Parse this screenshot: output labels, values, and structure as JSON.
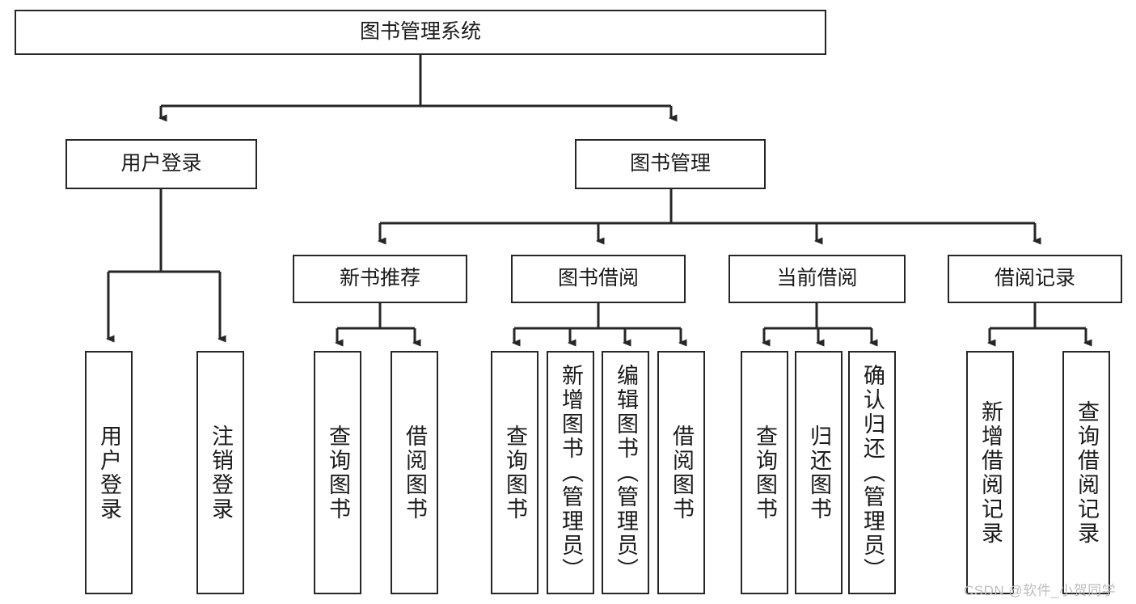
{
  "diagram": {
    "type": "tree-hierarchy",
    "title": "图书管理系统",
    "orientation": "top-down",
    "line_color": "#262626",
    "box_fill": "#ffffff",
    "text_color": "#1a1a1a",
    "watermark": "CSDN @软件_小贺同学",
    "levels": [
      {
        "level": 1,
        "nodes": [
          {
            "id": "root",
            "label": "图书管理系统",
            "orientation": "horizontal"
          }
        ]
      },
      {
        "level": 2,
        "nodes": [
          {
            "id": "login",
            "label": "用户登录",
            "orientation": "horizontal",
            "parent": "root"
          },
          {
            "id": "bookmgmt",
            "label": "图书管理",
            "orientation": "horizontal",
            "parent": "root"
          }
        ]
      },
      {
        "level": 3,
        "nodes": [
          {
            "id": "newbook",
            "label": "新书推荐",
            "orientation": "horizontal",
            "parent": "bookmgmt"
          },
          {
            "id": "borrow",
            "label": "图书借阅",
            "orientation": "horizontal",
            "parent": "bookmgmt"
          },
          {
            "id": "current",
            "label": "当前借阅",
            "orientation": "horizontal",
            "parent": "bookmgmt"
          },
          {
            "id": "records",
            "label": "借阅记录",
            "orientation": "horizontal",
            "parent": "bookmgmt"
          }
        ]
      },
      {
        "level": 4,
        "nodes": [
          {
            "id": "leaf1",
            "label": "用户登录",
            "orientation": "vertical",
            "parent": "login"
          },
          {
            "id": "leaf2",
            "label": "注销登录",
            "orientation": "vertical",
            "parent": "login"
          },
          {
            "id": "leaf3",
            "label": "查询图书",
            "orientation": "vertical",
            "parent": "newbook"
          },
          {
            "id": "leaf4",
            "label": "借阅图书",
            "orientation": "vertical",
            "parent": "newbook"
          },
          {
            "id": "leaf5",
            "label": "查询图书",
            "orientation": "vertical",
            "parent": "borrow"
          },
          {
            "id": "leaf6",
            "label": "新增图书（管理员）",
            "orientation": "vertical",
            "parent": "borrow"
          },
          {
            "id": "leaf7",
            "label": "编辑图书（管理员）",
            "orientation": "vertical",
            "parent": "borrow"
          },
          {
            "id": "leaf8",
            "label": "借阅图书",
            "orientation": "vertical",
            "parent": "borrow"
          },
          {
            "id": "leaf9",
            "label": "查询图书",
            "orientation": "vertical",
            "parent": "current"
          },
          {
            "id": "leaf10",
            "label": "归还图书",
            "orientation": "vertical",
            "parent": "current"
          },
          {
            "id": "leaf11",
            "label": "确认归还（管理员）",
            "orientation": "vertical",
            "parent": "current"
          },
          {
            "id": "leaf12",
            "label": "新增借阅记录",
            "orientation": "vertical",
            "parent": "records"
          },
          {
            "id": "leaf13",
            "label": "查询借阅记录",
            "orientation": "vertical",
            "parent": "records"
          }
        ]
      }
    ]
  }
}
